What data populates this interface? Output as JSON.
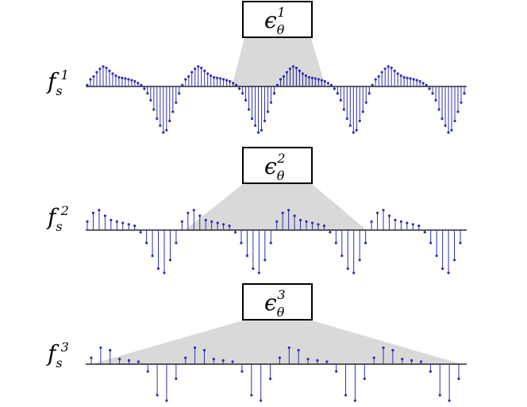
{
  "panels": [
    {
      "eps_base": "ϵ",
      "eps_sub": "θ",
      "eps_sup": "1",
      "sig_base": "f",
      "sig_sub": "s",
      "sig_sup": "1",
      "period": 30,
      "profile": [
        0.05,
        0.25,
        0.35,
        0.5,
        0.62,
        0.7,
        0.65,
        0.55,
        0.45,
        0.38,
        0.32,
        0.3,
        0.28,
        0.25,
        0.22,
        0.18,
        0.12,
        0.05,
        -0.05,
        -0.15,
        -0.3,
        -0.5,
        -0.7,
        -0.85,
        -1.0,
        -0.95,
        -0.75,
        -0.55,
        -0.35,
        -0.15
      ]
    },
    {
      "eps_base": "ϵ",
      "eps_sub": "θ",
      "eps_sup": "2",
      "sig_base": "f",
      "sig_sub": "s",
      "sig_sup": "2",
      "period": 16,
      "profile": [
        0.3,
        0.6,
        0.7,
        0.5,
        0.35,
        0.3,
        0.25,
        0.2,
        0.15,
        -0.05,
        -0.3,
        -0.6,
        -0.9,
        -1.0,
        -0.7,
        -0.3
      ]
    },
    {
      "eps_base": "ϵ",
      "eps_sub": "θ",
      "eps_sup": "3",
      "sig_base": "f",
      "sig_sub": "s",
      "sig_sup": "3",
      "period": 10,
      "profile": [
        0.25,
        0.65,
        0.55,
        0.2,
        0.15,
        0.1,
        -0.2,
        -0.85,
        -1.0,
        -0.4
      ]
    }
  ],
  "colors": {
    "stem": "#3030b0",
    "shade": "#d9d9d9",
    "axis": "#000000"
  }
}
